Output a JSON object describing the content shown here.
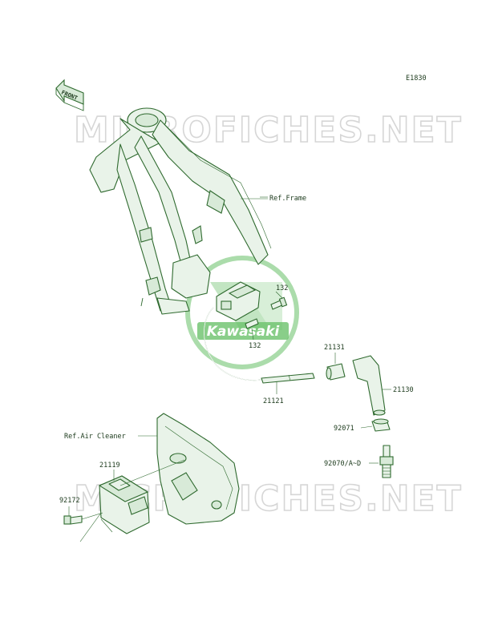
{
  "diagram": {
    "code": "E1830",
    "front_label": "FRONT",
    "watermark_top": "MICROFICHES.NET",
    "watermark_bottom": "MICROFICHES.NET",
    "logo_text": "Kawasaki",
    "colors": {
      "line": "#2f6a2f",
      "fill": "#e9f3e9",
      "logo": "#5bb85b",
      "watermark": "#d6d6d6"
    },
    "labels": {
      "ref_frame": "Ref.Frame",
      "ref_air_cleaner": "Ref.Air Cleaner",
      "bolt_upper": "132",
      "bolt_lower": "132",
      "cap": "21131",
      "plug_cap": "21130",
      "cable": "21121",
      "nut": "92071",
      "spark_plug": "92070/A~D",
      "igniter": "21119",
      "bolt_igniter": "92172"
    }
  }
}
